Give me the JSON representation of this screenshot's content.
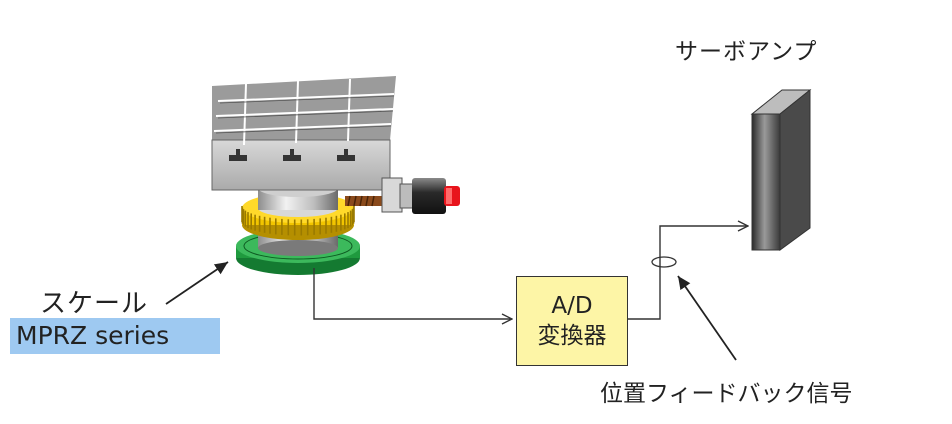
{
  "labels": {
    "servo_amp": "サーボアンプ",
    "scale": "スケール",
    "series": "MPRZ series",
    "ad_line1": "A/D",
    "ad_line2": "変換器",
    "feedback": "位置フィードバック信号"
  },
  "colors": {
    "series_highlight": "#9ec9f1",
    "ad_box_fill": "#fdf5a6",
    "gear": "#f2c500",
    "scale_disk": "#1f9a3e",
    "motor_cap": "#e8141c",
    "wire": "#333333"
  }
}
